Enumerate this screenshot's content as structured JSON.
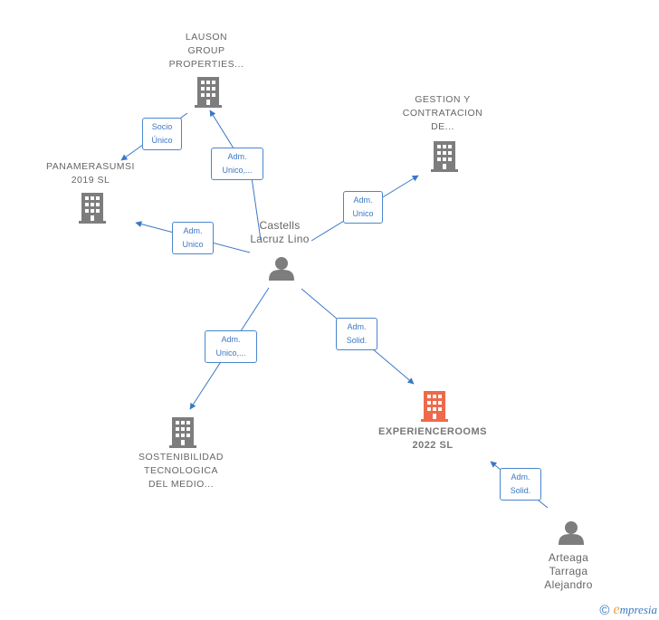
{
  "colors": {
    "edge": "#3b78c4",
    "building": "#7d7d7d",
    "building_focus": "#ee6a4a",
    "person": "#7d7d7d"
  },
  "nodes": {
    "lauson": {
      "lines": [
        "LAUSON",
        "GROUP",
        "PROPERTIES..."
      ]
    },
    "gestion": {
      "lines": [
        "GESTION Y",
        "CONTRATACION",
        "DE..."
      ]
    },
    "panamera": {
      "lines": [
        "PANAMERASUMSI",
        "2019  SL"
      ]
    },
    "castells": {
      "lines": [
        "Castells",
        "Lacruz Lino"
      ]
    },
    "experience": {
      "lines": [
        "EXPERIENCEROOMS",
        "2022  SL"
      ]
    },
    "sostenibilidad": {
      "lines": [
        "SOSTENIBILIDAD",
        "TECNOLOGICA",
        "DEL MEDIO..."
      ]
    },
    "arteaga": {
      "lines": [
        "Arteaga",
        "Tarraga",
        "Alejandro"
      ]
    }
  },
  "edges": {
    "socio_unico": {
      "lines": [
        "Socio",
        "Único"
      ]
    },
    "adm_unico_lauson": {
      "lines": [
        "Adm.",
        "Unico,..."
      ]
    },
    "adm_unico_gestion": {
      "lines": [
        "Adm.",
        "Unico"
      ]
    },
    "adm_unico_panamera": {
      "lines": [
        "Adm.",
        "Unico"
      ]
    },
    "adm_unico_sostenibilidad": {
      "lines": [
        "Adm.",
        "Unico,..."
      ]
    },
    "adm_solid_castells": {
      "lines": [
        "Adm.",
        "Solid."
      ]
    },
    "adm_solid_arteaga": {
      "lines": [
        "Adm.",
        "Solid."
      ]
    }
  },
  "footer": {
    "copyright": "©",
    "brand_initial": "e",
    "brand_rest": "mpresia"
  }
}
